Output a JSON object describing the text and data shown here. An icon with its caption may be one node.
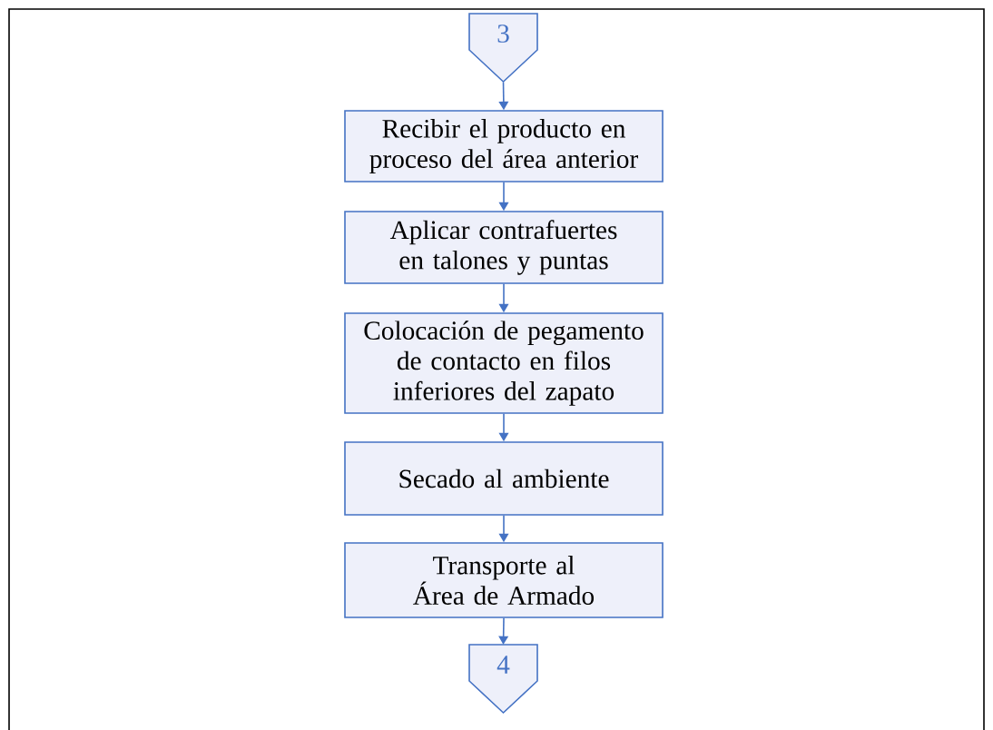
{
  "diagram": {
    "nodes": [
      {
        "text": [
          "3"
        ]
      },
      {
        "text": [
          "Recibir el producto en proceso del área anterior"
        ]
      },
      {
        "text": [
          "Aplicar  contrafuertes en talones y puntas"
        ]
      },
      {
        "text": [
          "Colocación de pegamento de contacto en filos inferiores del zapato"
        ]
      },
      {
        "text": [
          "Secado al ambiente"
        ]
      },
      {
        "text": [
          "Transporte al Área de Armado"
        ]
      },
      {
        "text": [
          "4"
        ]
      }
    ],
    "edges": [
      {
        "from": 0,
        "to": 1,
        "arrow": "to"
      },
      {
        "from": 1,
        "to": 2,
        "arrow": "to"
      },
      {
        "from": 2,
        "to": 3,
        "arrow": "to"
      },
      {
        "from": 3,
        "to": 4,
        "arrow": "to"
      },
      {
        "from": 4,
        "to": 5,
        "arrow": "to"
      },
      {
        "from": 5,
        "to": 6,
        "arrow": "to"
      }
    ]
  }
}
